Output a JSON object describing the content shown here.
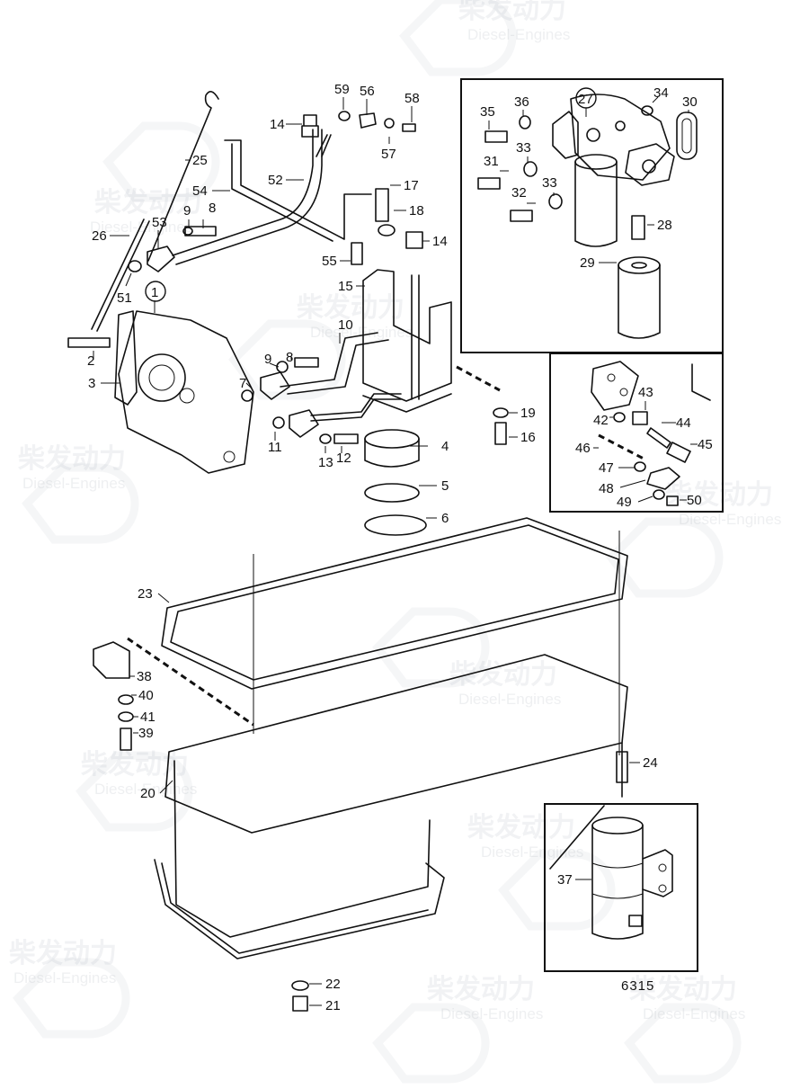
{
  "watermark": {
    "brand_cn": "柴发动力",
    "brand_en": "Diesel-Engines"
  },
  "drawing_number": "6315",
  "labels": {
    "n1": "1",
    "n2": "2",
    "n3": "3",
    "n4": "4",
    "n5": "5",
    "n6": "6",
    "n7": "7",
    "n8": "8",
    "n8b": "8",
    "n9": "9",
    "n9b": "9",
    "n10": "10",
    "n11": "11",
    "n12": "12",
    "n13": "13",
    "n14": "14",
    "n14b": "14",
    "n15": "15",
    "n16": "16",
    "n17": "17",
    "n18": "18",
    "n19": "19",
    "n20": "20",
    "n21": "21",
    "n22": "22",
    "n23": "23",
    "n24": "24",
    "n25": "25",
    "n26": "26",
    "n27": "27",
    "n28": "28",
    "n29": "29",
    "n30": "30",
    "n31": "31",
    "n32": "32",
    "n33": "33",
    "n33b": "33",
    "n34": "34",
    "n35": "35",
    "n36": "36",
    "n37": "37",
    "n38": "38",
    "n39": "39",
    "n40": "40",
    "n41": "41",
    "n42": "42",
    "n43": "43",
    "n44": "44",
    "n45": "45",
    "n46": "46",
    "n47": "47",
    "n48": "48",
    "n49": "49",
    "n50": "50",
    "n51": "51",
    "n52": "52",
    "n53": "53",
    "n54": "54",
    "n55": "55",
    "n56": "56",
    "n57": "57",
    "n58": "58",
    "n59": "59"
  }
}
